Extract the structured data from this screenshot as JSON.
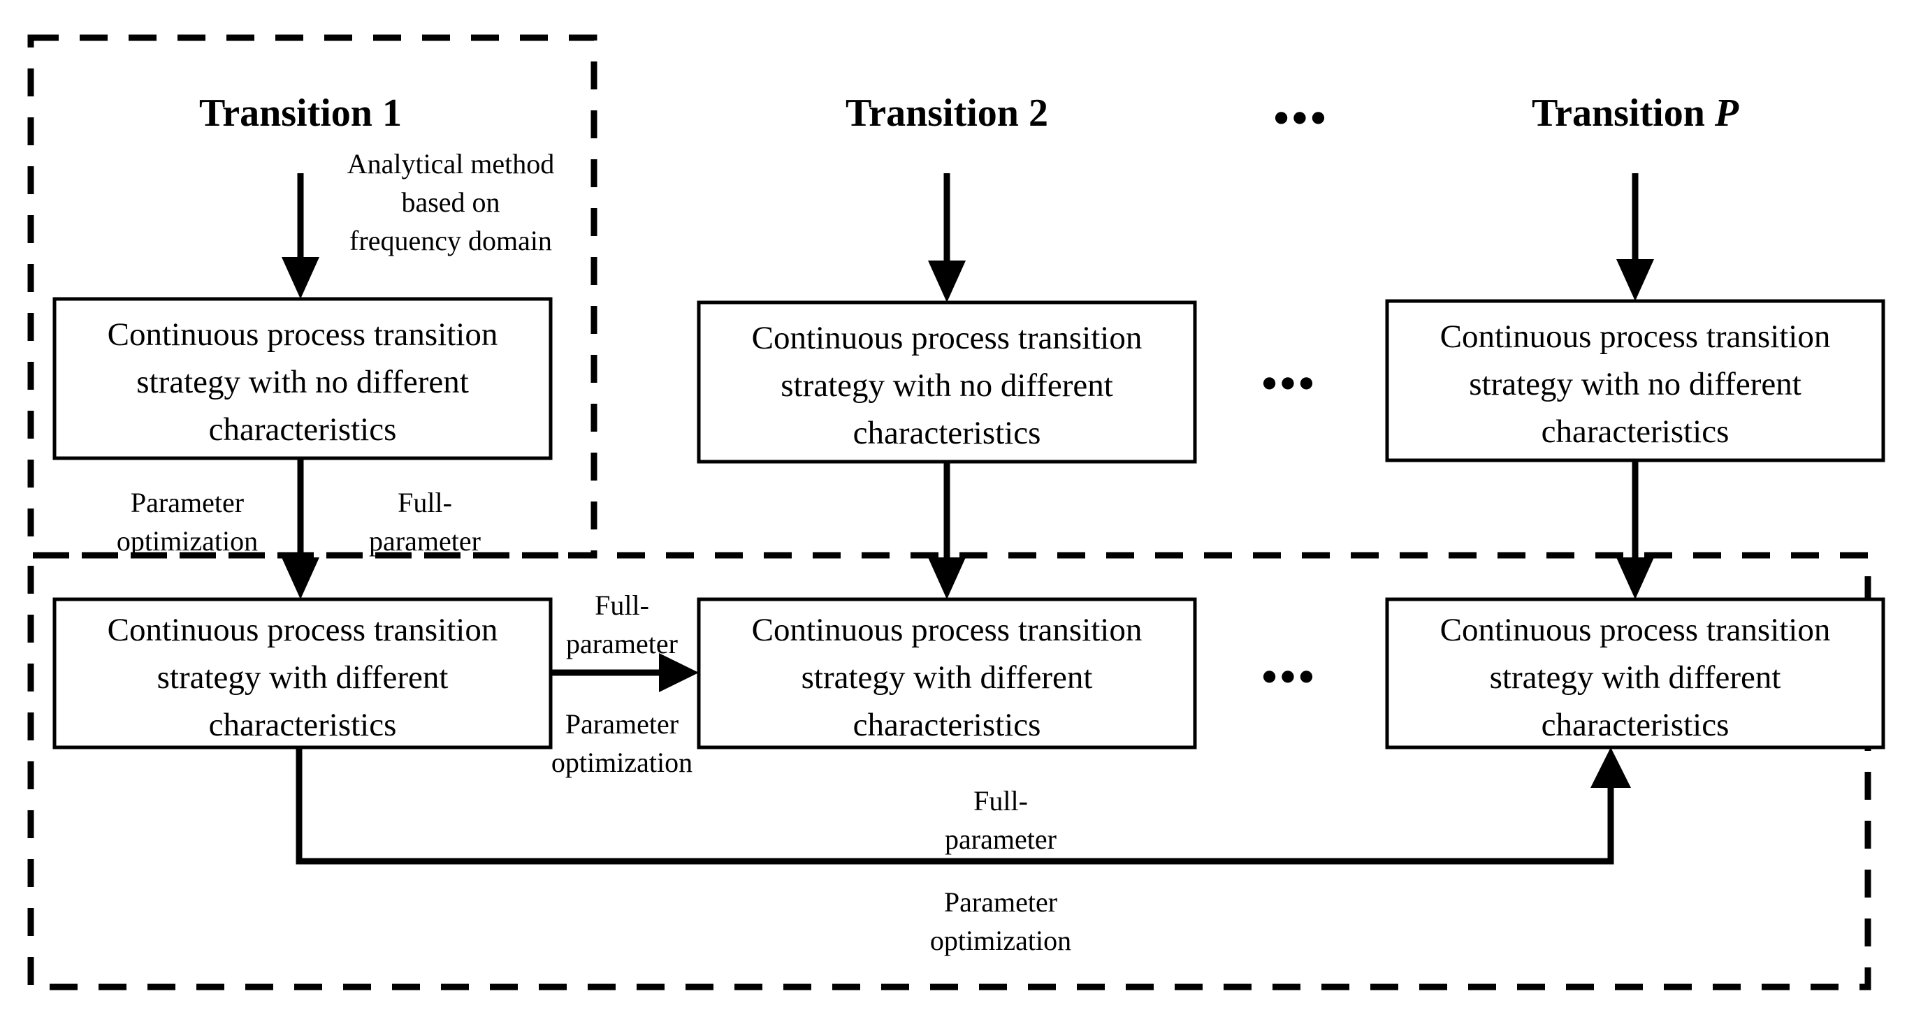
{
  "figure": {
    "type": "flow-diagram",
    "background": "#ffffff",
    "stroke_color": "#000000"
  },
  "columns": [
    {
      "id": "transition-1",
      "title_prefix": "Transition 1",
      "title_italic": ""
    },
    {
      "id": "transition-2",
      "title_prefix": "Transition 2",
      "title_italic": ""
    },
    {
      "id": "transition-p",
      "title_prefix": "Transition ",
      "title_italic": "P"
    }
  ],
  "titles": {
    "t1": "Transition 1",
    "t2": "Transition 2",
    "tp_prefix": "Transition ",
    "tp_italic": "P"
  },
  "ellipsis": {
    "header": "•••",
    "row_top": "•••",
    "row_bottom": "•••"
  },
  "boxes": {
    "top": {
      "line1": "Continuous process transition",
      "line2": "strategy with no different",
      "line3": "characteristics"
    },
    "bottom": {
      "line1": "Continuous process transition",
      "line2": "strategy with different",
      "line3": "characteristics"
    }
  },
  "labels": {
    "analytical_l1": "Analytical method",
    "analytical_l2": "based on",
    "analytical_l3": "frequency domain",
    "param_opt_l1": "Parameter",
    "param_opt_l2": "optimization",
    "full_param_l1": "Full-",
    "full_param_l2": "parameter",
    "mid_full_param_l1": "Full-",
    "mid_full_param_l2": "parameter",
    "mid_param_opt_l1": "Parameter",
    "mid_param_opt_l2": "optimization",
    "feedback_full_param_l1": "Full-",
    "feedback_full_param_l2": "parameter",
    "feedback_param_opt_l1": "Parameter",
    "feedback_param_opt_l2": "optimization"
  }
}
